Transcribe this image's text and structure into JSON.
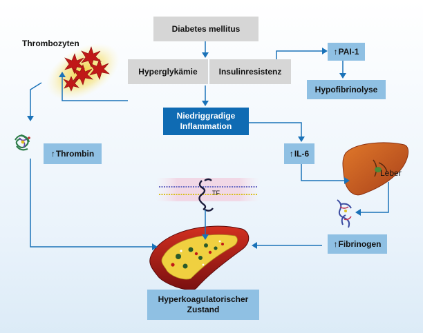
{
  "title_box": "Diabetes mellitus",
  "hyperglycemia": "Hyperglykämie",
  "insulin_resistance": "Insulinresistenz",
  "pai": {
    "arrow": "↑",
    "label": "PAI-1"
  },
  "hypofibrinolysis": "Hypofibrinolyse",
  "inflammation": {
    "line1": "Niedriggradige",
    "line2": "Inflammation"
  },
  "thrombocytes": "Thrombozyten",
  "thrombin": {
    "arrow": "↑",
    "label": "Thrombin"
  },
  "il6": {
    "arrow": "↑",
    "label": "IL-6"
  },
  "liver": "Leber",
  "tissue_factor": "TF",
  "fibrinogen": {
    "arrow": "↑",
    "label": "Fibrinogen"
  },
  "outcome": {
    "line1": "Hyperkoagulatorischer",
    "line2": "Zustand"
  },
  "colors": {
    "arrow": "#1a72b8",
    "gray_box": "#d6d6d6",
    "light_blue_box": "#8fc0e3",
    "dark_blue_box": "#0f6bb3"
  }
}
